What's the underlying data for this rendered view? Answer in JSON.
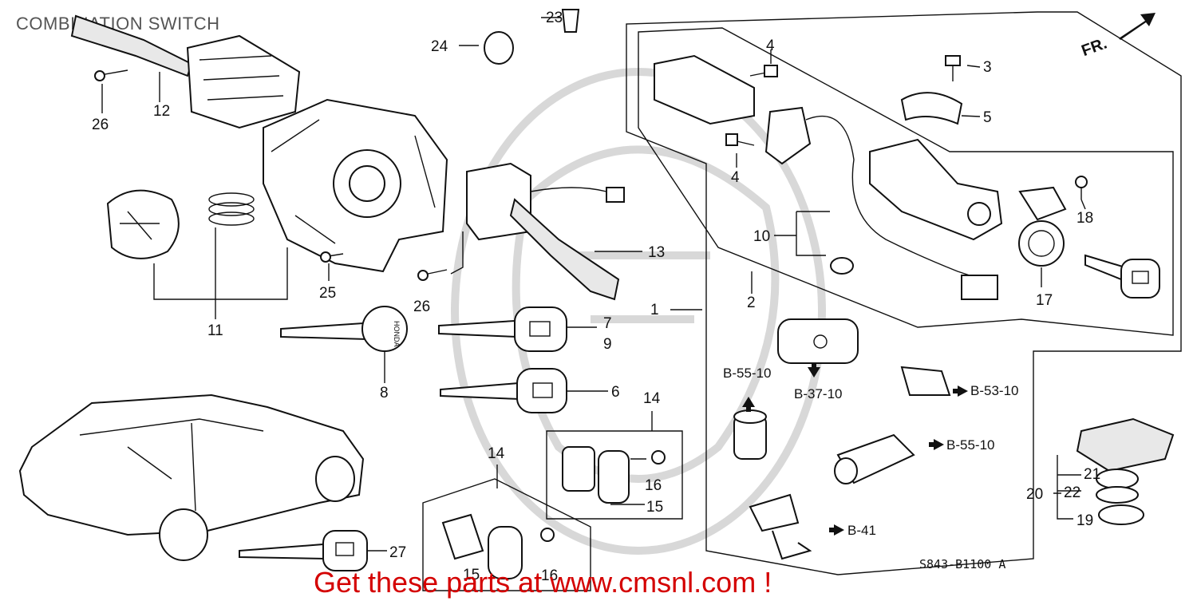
{
  "title": "COMBINATION SWITCH",
  "diagram_code": "S843-B1100 A",
  "front_label": "FR.",
  "promo": "Get these parts at www.cmsnl.com !",
  "callouts": {
    "p1": "1",
    "p2": "2",
    "p3": "3",
    "p4a": "4",
    "p4b": "4",
    "p5": "5",
    "p6": "6",
    "p7": "7",
    "p8": "8",
    "p9": "9",
    "p10": "10",
    "p11": "11",
    "p12": "12",
    "p13": "13",
    "p14a": "14",
    "p14b": "14",
    "p15a": "15",
    "p15b": "15",
    "p16a": "16",
    "p16b": "16",
    "p17": "17",
    "p18": "18",
    "p19": "19",
    "p20": "20",
    "p21": "21",
    "p22": "22",
    "p23": "23",
    "p24": "24",
    "p25": "25",
    "p26a": "26",
    "p26b": "26",
    "p27": "27"
  },
  "references": {
    "r1": "B-55-10",
    "r2": "B-37-10",
    "r3": "B-53-10",
    "r4": "B-55-10",
    "r5": "B-41"
  },
  "key_brand": "HONDA",
  "icons": [
    "front-arrow-icon",
    "reference-arrow-icon",
    "honda-key-icon",
    "sedan-car-icon"
  ]
}
